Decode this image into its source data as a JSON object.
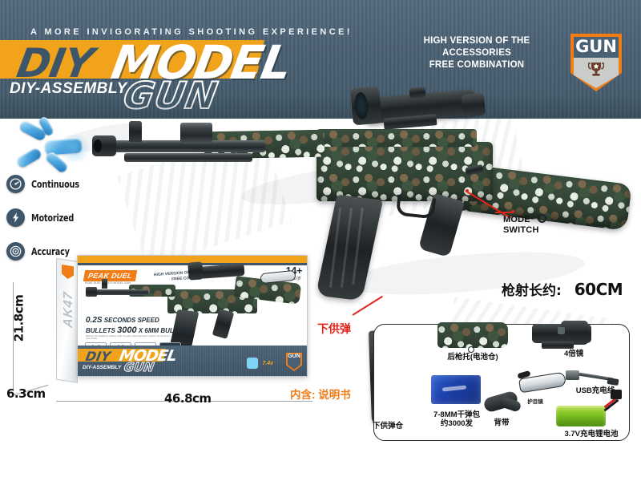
{
  "header": {
    "tagline": "A MORE INVIGORATING SHOOTING EXPERIENCE!",
    "title_diy": "DIY",
    "title_model": "MODEL",
    "title_gun": "GUN",
    "subtitle": "DIY-ASSEMBLY",
    "promo_line1": "HIGH VERSION OF THE ACCESSORIES",
    "promo_line2": "FREE COMBINATION",
    "badge_label": "GUN",
    "badge_icon": "trophy-icon",
    "bg_color": "#4a6073",
    "accent_color": "#f2a31c"
  },
  "features": [
    {
      "label": "Continuous",
      "icon": "speedometer-icon"
    },
    {
      "label": "Motorized",
      "icon": "lightning-bolt-icon"
    },
    {
      "label": "Accuracy",
      "icon": "target-icon"
    }
  ],
  "main_product": {
    "callout_line1": "MODE",
    "callout_line2": "SWITCH",
    "callout_color": "#e1251b",
    "length_label": "枪射长约:",
    "length_value": "60CM"
  },
  "annotations": {
    "feed_label": "下供弹",
    "feed_color": "#e1251b",
    "includes_label": "内含: 说明书",
    "includes_color": "#ef7d1a"
  },
  "retail_box": {
    "brand_badge": "PEAK DUEL",
    "brand_sub": "PEAK DUEL SERIES MODEL GUN",
    "promo_line1": "HIGH VERSION OF THE ACCESSORIES",
    "promo_line2": "FREE COMBINATION",
    "age_number": "14+",
    "age_sub": "AGE/岁",
    "spec_speed_prefix": "0.2S",
    "spec_speed_text": "SECONDS SPEED",
    "spec_bullets_prefix": "BULLETS",
    "spec_bullets_value": "3000",
    "spec_bullets_text": "X 6MM BULLETS",
    "fine_print": "Warning: Not suitable for children under 14 years. Adult supervision required. Do not aim at eyes or face.",
    "side_text": "AK47",
    "banner_diy": "DIY",
    "banner_model": "MODEL",
    "banner_gun": "GUN",
    "banner_assembly": "DIY-ASSEMBLY",
    "banner_badge": "GUN",
    "banner_icon_text": "7.4v",
    "spec_badges": [
      {
        "value": "0.2",
        "caption": "6MM BULLETS"
      },
      {
        "value": "18",
        "caption": "METERS"
      },
      {
        "value": "",
        "caption": "ASSEMBLY"
      },
      {
        "value": "",
        "caption": "MODE"
      }
    ]
  },
  "dimensions": {
    "height": "21.8cm",
    "depth": "6.3cm",
    "width": "46.8cm"
  },
  "accessories": [
    {
      "name": "magazine",
      "caption": "下供弹仓"
    },
    {
      "name": "bullet-pack",
      "caption_line1": "7-8MM干弹包",
      "caption_line2": "约3000发"
    },
    {
      "name": "sling",
      "caption": "背带"
    },
    {
      "name": "battery-grip",
      "caption": "后枪托(电池仓)"
    },
    {
      "name": "scope",
      "caption": "4倍镜"
    },
    {
      "name": "goggles",
      "caption": "护目镜"
    },
    {
      "name": "usb-cable",
      "caption": "USB充电线"
    },
    {
      "name": "battery",
      "caption": "3.7V充电锂电池"
    }
  ]
}
